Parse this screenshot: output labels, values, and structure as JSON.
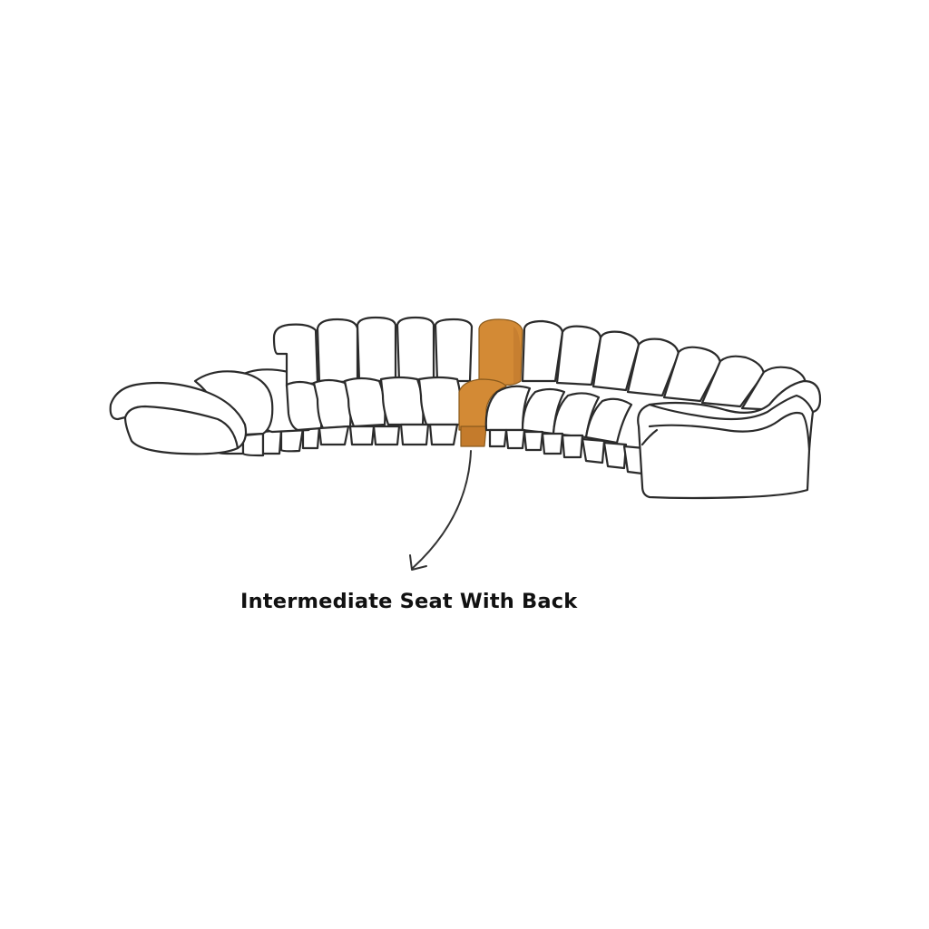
{
  "diagram": {
    "subject": "Modular serpentine sofa",
    "highlighted_module": {
      "label": "Intermediate Seat With Back",
      "color": "#d38a35",
      "color_shadow": "#b8722a"
    },
    "line_color": "#2b2b2b",
    "background": "#ffffff",
    "module_count_visible": 18
  },
  "caption": {
    "text": "Intermediate Seat With Back"
  }
}
